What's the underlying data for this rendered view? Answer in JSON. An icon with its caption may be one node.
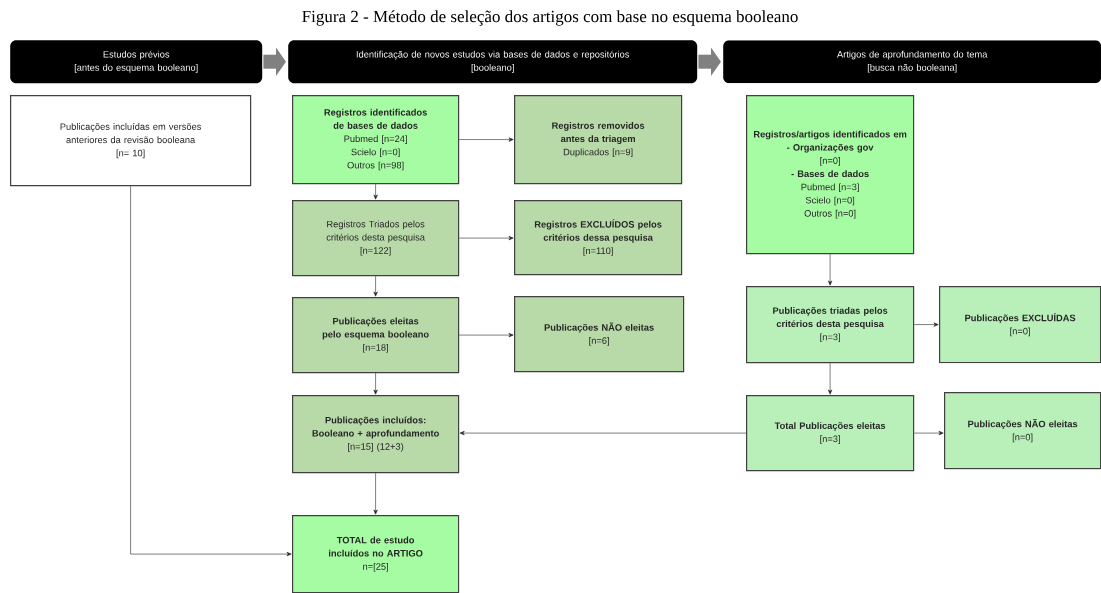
{
  "diagram": {
    "title": "Figura 2 - Método de seleção dos artigos com base no esquema booleano",
    "nodes": [
      {
        "text": [
          "Estudos prévios",
          "[antes do esquema booleano]"
        ]
      },
      {
        "text": [
          "Identificação de novos estudos via bases de dados e repositórios",
          "[booleano]"
        ]
      },
      {
        "text": [
          "Artigos de aprofundamento do tema",
          "[busca não booleana]"
        ]
      },
      {
        "text": [
          "Publicações incluídas em versões anteriores da revisão booleana",
          "[n= 10]"
        ]
      },
      {
        "text": [
          "Registros identificados de bases de dados",
          "Pubmed [n=24]",
          "Scielo [n=0]",
          "Outros [n=98]"
        ]
      },
      {
        "text": [
          "Registros removidos antes da triagem",
          "Duplicados [n=9]"
        ]
      },
      {
        "text": [
          "Registros Triados pelos critérios desta pesquisa",
          "[n=122]"
        ]
      },
      {
        "text": [
          "Registros EXCLUÍDOS pelos critérios dessa pesquisa",
          "[n=110]"
        ]
      },
      {
        "text": [
          "Publicações eleitas pelo esquema booleano",
          "[n=18]"
        ]
      },
      {
        "text": [
          "Publicações NÃO eleitas",
          "[n=6]"
        ]
      },
      {
        "text": [
          "Publicações incluídos: Booleano + aprofundamento",
          "[n=15] (12+3)"
        ]
      },
      {
        "text": [
          "TOTAL de estudo incluídos no ARTIGO",
          "n=[25]"
        ]
      },
      {
        "text": [
          "Registros/artigos identificados em",
          "- Organizações gov",
          "[n=0]",
          "- Bases de dados",
          "Pubmed [n=3]",
          "Scielo [n=0]",
          "Outros [n=0]"
        ]
      },
      {
        "text": [
          "Publicações triadas pelos critérios desta pesquisa",
          "[n=3]"
        ]
      },
      {
        "text": [
          "Publicações EXCLUÍDAS",
          "[n=0]"
        ]
      },
      {
        "text": [
          "Total Publicações eleitas",
          "[n=3]"
        ]
      },
      {
        "text": [
          "Publicações NÃO eleitas",
          "[n=0]"
        ]
      }
    ],
    "edges": [
      {
        "from": 0,
        "to": 1,
        "arrow": "to",
        "style": "thick",
        "color": "#808080"
      },
      {
        "from": 1,
        "to": 2,
        "arrow": "to",
        "style": "thick",
        "color": "#808080"
      },
      {
        "from": 4,
        "to": 5,
        "arrow": "to"
      },
      {
        "from": 4,
        "to": 6,
        "arrow": "to"
      },
      {
        "from": 6,
        "to": 7,
        "arrow": "to"
      },
      {
        "from": 6,
        "to": 8,
        "arrow": "to"
      },
      {
        "from": 8,
        "to": 9,
        "arrow": "to"
      },
      {
        "from": 8,
        "to": 10,
        "arrow": "to"
      },
      {
        "from": 10,
        "to": 11,
        "arrow": "to"
      },
      {
        "from": 3,
        "to": 11,
        "arrow": "to"
      },
      {
        "from": 12,
        "to": 13,
        "arrow": "to"
      },
      {
        "from": 13,
        "to": 14,
        "arrow": "to"
      },
      {
        "from": 13,
        "to": 15,
        "arrow": "to"
      },
      {
        "from": 15,
        "to": 16,
        "arrow": "to"
      },
      {
        "from": 15,
        "to": 10,
        "arrow": "to"
      }
    ]
  }
}
